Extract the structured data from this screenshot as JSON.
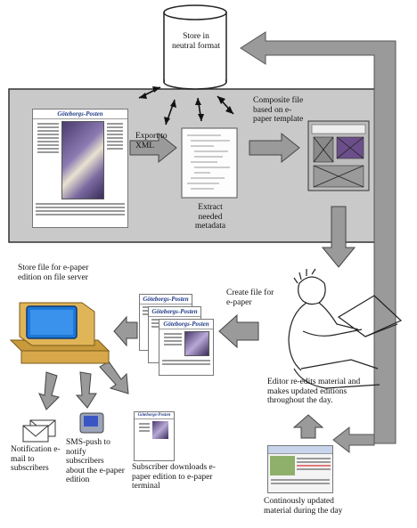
{
  "colors": {
    "process_band": "#c9c9c9",
    "arrow_fill": "#9a9a9a",
    "masthead": "#1f3a86",
    "monitor_screen": "#1e78d8",
    "computer_body": "#d7a84a"
  },
  "icons": {
    "database": "cylinder-database-icon",
    "newspaper": "newspaper-icon",
    "xml_doc": "document-icon",
    "computer": "desktop-computer-icon",
    "envelope": "envelope-icon",
    "phone": "mobile-phone-icon",
    "editor": "person-at-laptop-icon",
    "web_page": "web-page-screenshot-icon"
  },
  "labels": {
    "store_neutral": "Store in neutral format",
    "export_xml": "Export to XML",
    "extract_metadata": "Extract needed metadata",
    "composite_file": "Composite file based on e-paper template",
    "store_file_server": "Store file for e-paper edition on file server",
    "create_file": "Create file for e-paper",
    "editor_reedits": "Editor re-edits material and makes updated editions throughout the day.",
    "notification_email": "Notification e-mail to subscribers",
    "sms_push": "SMS-push to notify subscribers about the e-paper edition",
    "subscriber_downloads": "Subscriber downloads e-paper edition to e-paper terminal",
    "continuously_updated": "Continously updated material during the day"
  },
  "masthead": "Göteborgs-Posten"
}
